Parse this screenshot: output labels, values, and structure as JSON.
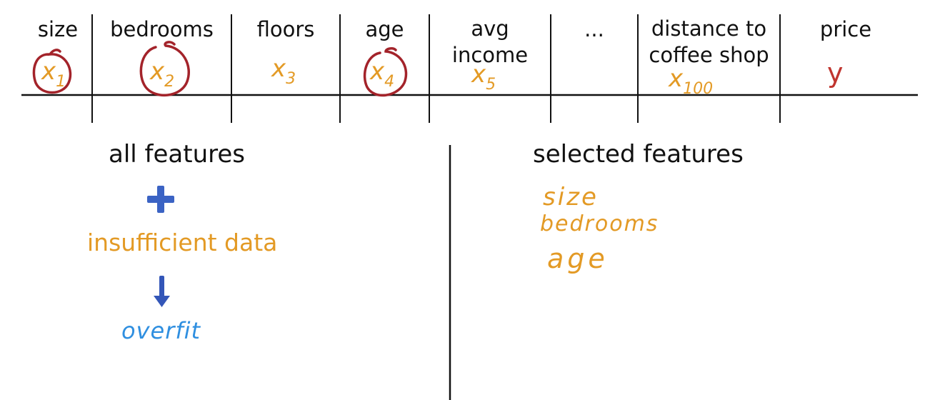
{
  "table": {
    "columns": [
      {
        "header": "size",
        "variable": "x",
        "subscript": "1",
        "circled": true
      },
      {
        "header": "bedrooms",
        "variable": "x",
        "subscript": "2",
        "circled": true
      },
      {
        "header": "floors",
        "variable": "x",
        "subscript": "3",
        "circled": false
      },
      {
        "header": "age",
        "variable": "x",
        "subscript": "4",
        "circled": true
      },
      {
        "header_line1": "avg",
        "header_line2": "income",
        "variable": "x",
        "subscript": "5",
        "circled": false
      },
      {
        "header": "...",
        "variable": "",
        "subscript": "",
        "circled": false
      },
      {
        "header_line1": "distance to",
        "header_line2": "coffee shop",
        "variable": "x",
        "subscript": "100",
        "circled": false
      },
      {
        "header": "price",
        "variable": "y",
        "subscript": "",
        "circled": false
      }
    ]
  },
  "left_panel": {
    "title": "all features",
    "plus_symbol": "+",
    "condition": "insufficient data",
    "result": "overfit"
  },
  "right_panel": {
    "title": "selected features",
    "selected": [
      "size",
      "bedrooms",
      "age"
    ]
  },
  "colors": {
    "ink": "#111111",
    "orange": "#e39a25",
    "red_circle": "#a3232a",
    "target_red": "#c0352f",
    "plus_blue": "#3b63c4",
    "arrow_blue": "#3356b8",
    "hand_blue": "#2f8fe0"
  },
  "icons": {
    "plus": "plus-icon",
    "arrow": "down-arrow-icon"
  }
}
